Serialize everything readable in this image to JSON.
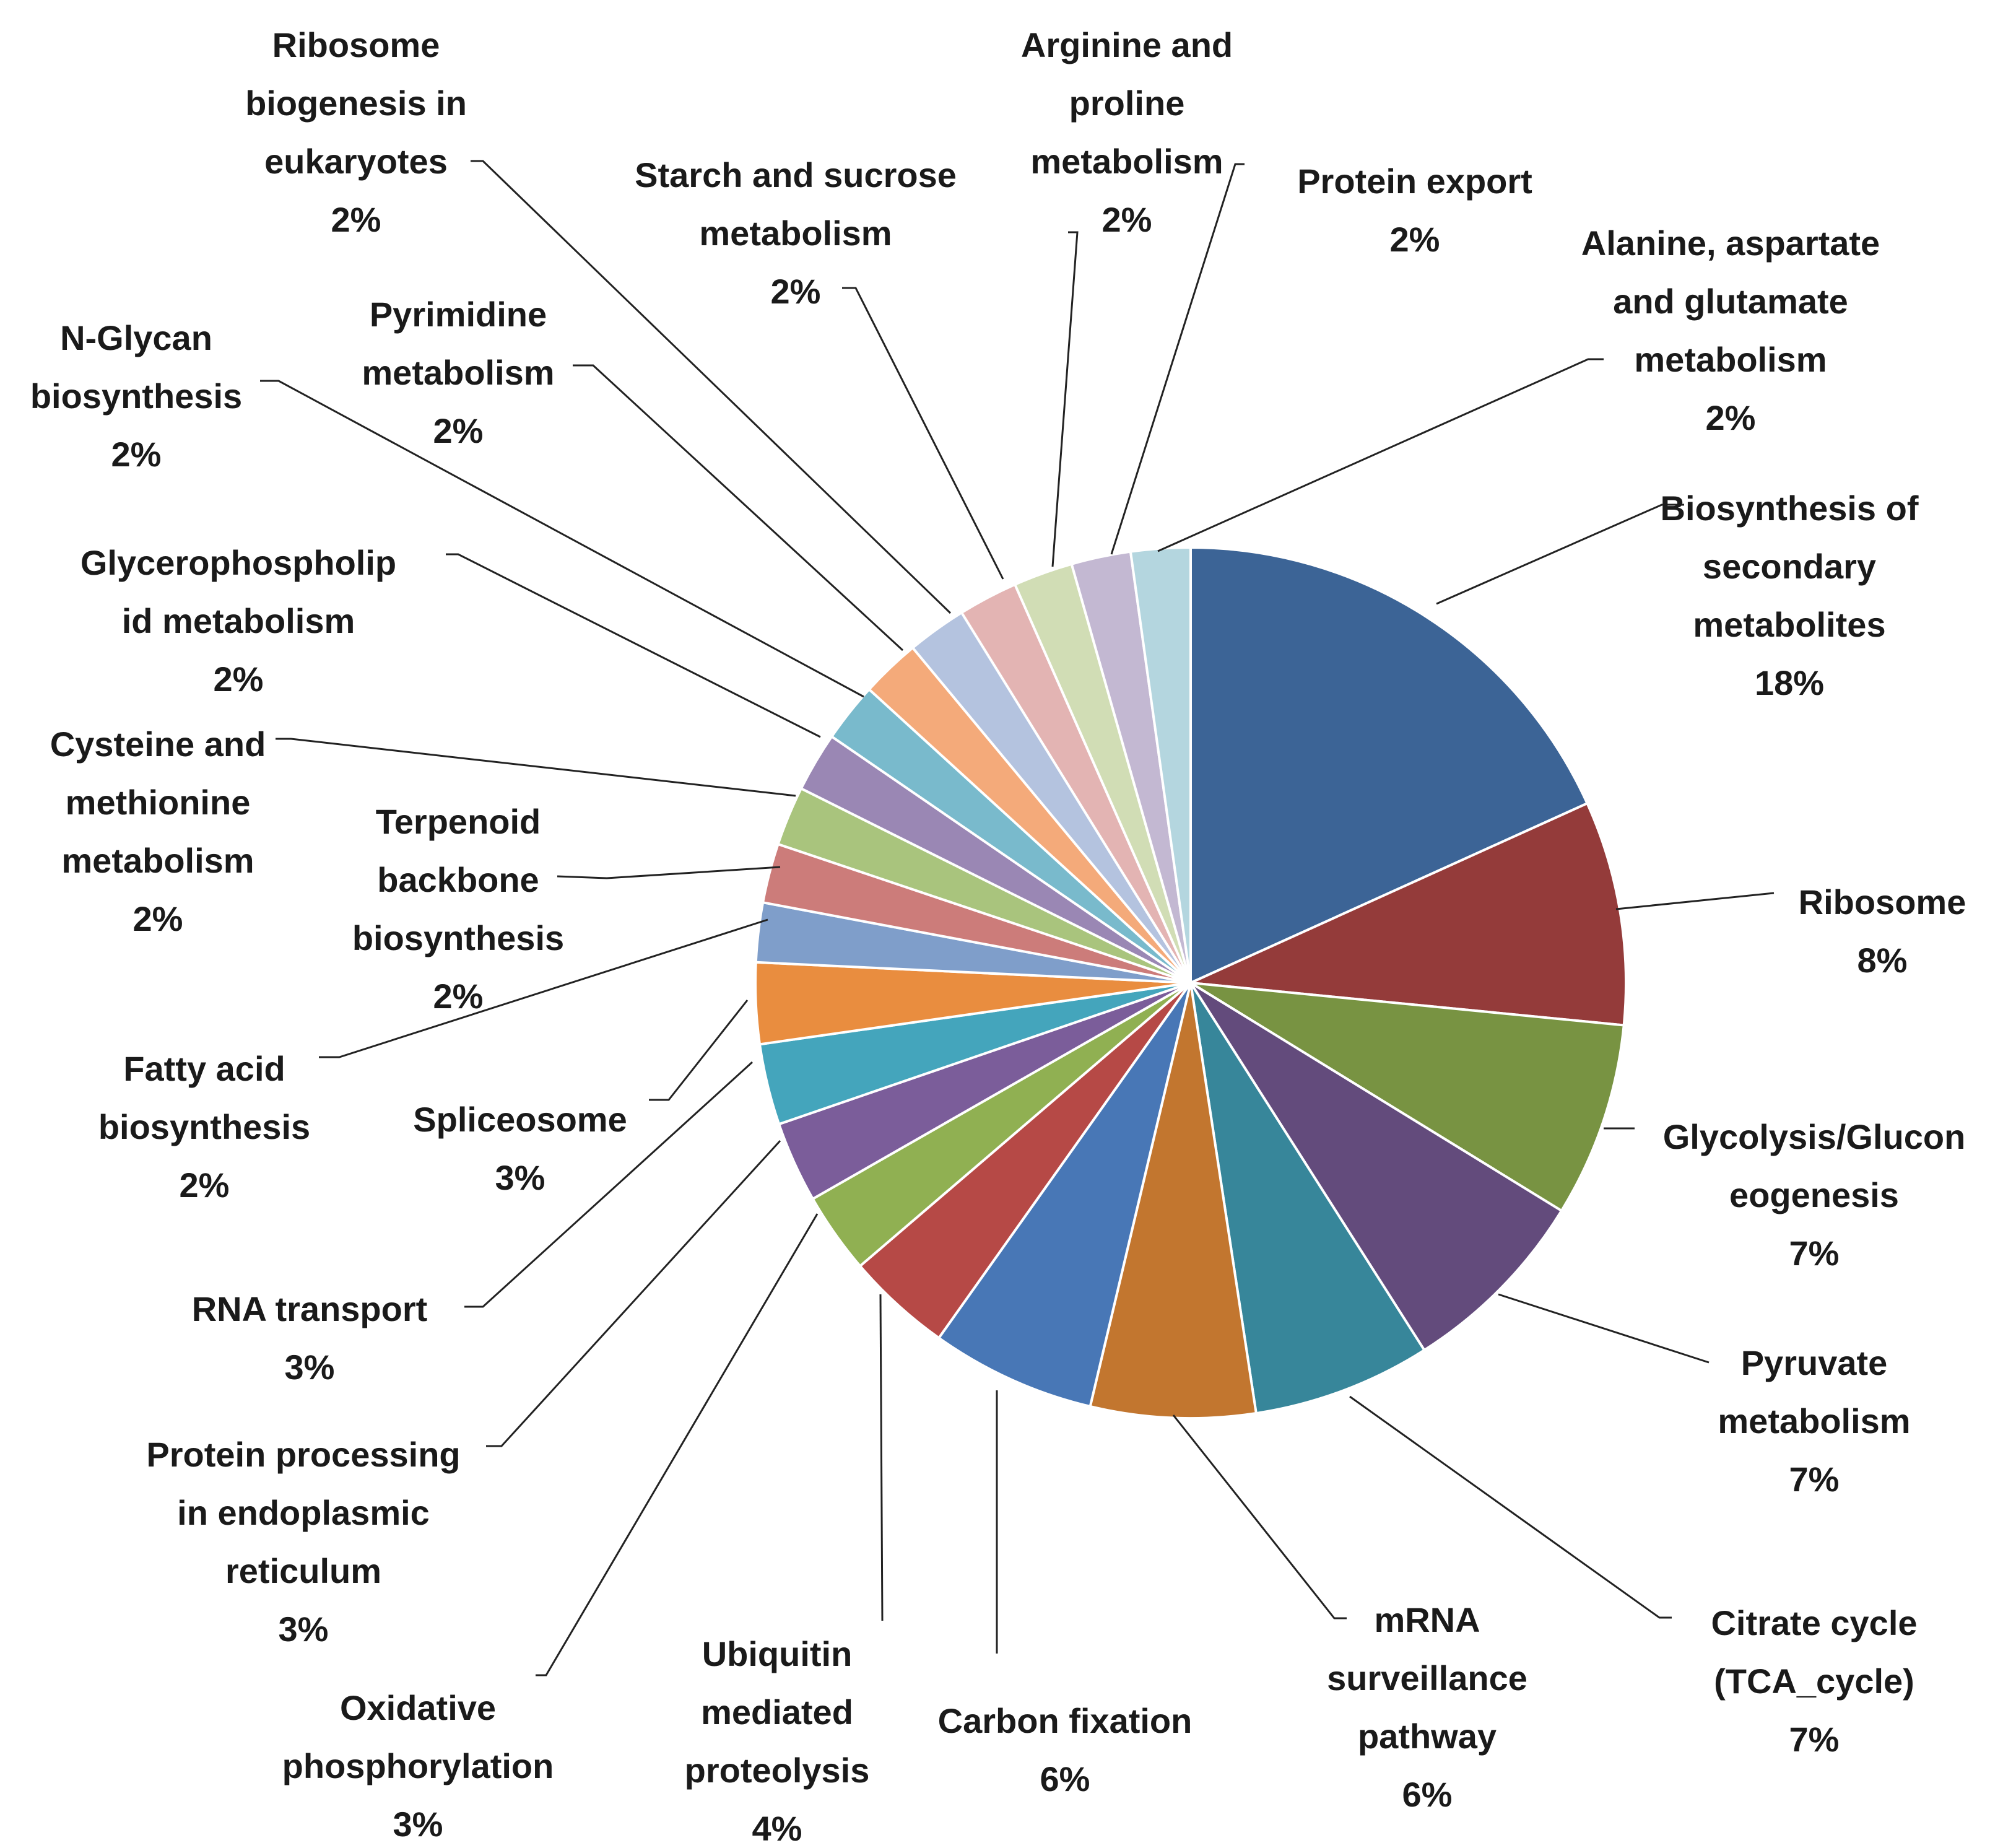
{
  "chart_data": {
    "type": "pie",
    "title": "",
    "slices": [
      {
        "label": "Biosynthesis of secondary metabolites",
        "pct_label": "18%",
        "value": 18.2,
        "color": "#3C6496"
      },
      {
        "label": "Ribosome",
        "pct_label": "8%",
        "value": 8.3,
        "color": "#943B3A"
      },
      {
        "label": "Glycolysis/Gluconeogenesis",
        "pct_label": "7%",
        "value": 7.2,
        "color": "#789342"
      },
      {
        "label": "Pyruvate metabolism",
        "pct_label": "7%",
        "value": 7.2,
        "color": "#634B7C"
      },
      {
        "label": "Citrate cycle (TCA_cycle)",
        "pct_label": "7%",
        "value": 6.6,
        "color": "#37869A"
      },
      {
        "label": "mRNA surveillance pathway",
        "pct_label": "6%",
        "value": 6.1,
        "color": "#C2762F"
      },
      {
        "label": "Carbon fixation",
        "pct_label": "6%",
        "value": 6.1,
        "color": "#4877B6"
      },
      {
        "label": "Ubiquitin mediated proteolysis",
        "pct_label": "4%",
        "value": 3.9,
        "color": "#B64946"
      },
      {
        "label": "Oxidative phosphorylation",
        "pct_label": "3%",
        "value": 3.0,
        "color": "#90B052"
      },
      {
        "label": "Protein processing in endoplasmic reticulum",
        "pct_label": "3%",
        "value": 3.0,
        "color": "#7B5D9A"
      },
      {
        "label": "RNA transport",
        "pct_label": "3%",
        "value": 3.0,
        "color": "#44A5BC"
      },
      {
        "label": "Spliceosome",
        "pct_label": "3%",
        "value": 3.0,
        "color": "#E98D3F"
      },
      {
        "label": "Fatty acid biosynthesis",
        "pct_label": "2%",
        "value": 2.2,
        "color": "#7F9ECA"
      },
      {
        "label": "Terpenoid backbone biosynthesis",
        "pct_label": "2%",
        "value": 2.2,
        "color": "#CC7C7A"
      },
      {
        "label": "Cysteine and methionine metabolism",
        "pct_label": "2%",
        "value": 2.2,
        "color": "#A9C47D"
      },
      {
        "label": "Glycerophospholipid metabolism",
        "pct_label": "2%",
        "value": 2.2,
        "color": "#9A87B4"
      },
      {
        "label": "N-Glycan biosynthesis",
        "pct_label": "2%",
        "value": 2.2,
        "color": "#79BACC"
      },
      {
        "label": "Pyrimidine metabolism",
        "pct_label": "2%",
        "value": 2.2,
        "color": "#F4AA7A"
      },
      {
        "label": "Ribosome biogenesis in eukaryotes",
        "pct_label": "2%",
        "value": 2.2,
        "color": "#B4C3DF"
      },
      {
        "label": "Starch and sucrose metabolism",
        "pct_label": "2%",
        "value": 2.2,
        "color": "#E3B4B3"
      },
      {
        "label": "Arginine and proline metabolism",
        "pct_label": "2%",
        "value": 2.2,
        "color": "#D1DDB5"
      },
      {
        "label": "Protein export",
        "pct_label": "2%",
        "value": 2.2,
        "color": "#C3B8D2"
      },
      {
        "label": "Alanine, aspartate and glutamate metabolism",
        "pct_label": "2%",
        "value": 2.2,
        "color": "#B4D6DF"
      }
    ],
    "labels": [
      {
        "lines": [
          "Biosynthesis of",
          "secondary",
          "metabolites",
          "18%"
        ]
      },
      {
        "lines": [
          "Ribosome",
          "8%"
        ]
      },
      {
        "lines": [
          "Glycolysis/Glucon",
          "eogenesis",
          "7%"
        ]
      },
      {
        "lines": [
          "Pyruvate",
          "metabolism",
          "7%"
        ]
      },
      {
        "lines": [
          "Citrate cycle",
          "(TCA_cycle)",
          "7%"
        ]
      },
      {
        "lines": [
          "mRNA",
          "surveillance",
          "pathway",
          "6%"
        ]
      },
      {
        "lines": [
          "Carbon fixation",
          "6%"
        ]
      },
      {
        "lines": [
          "Ubiquitin",
          "mediated",
          "proteolysis",
          "4%"
        ]
      },
      {
        "lines": [
          "Oxidative",
          "phosphorylation",
          "3%"
        ]
      },
      {
        "lines": [
          "Protein processing",
          "in endoplasmic",
          "reticulum",
          "3%"
        ]
      },
      {
        "lines": [
          "RNA transport",
          "3%"
        ]
      },
      {
        "lines": [
          "Spliceosome",
          "3%"
        ]
      },
      {
        "lines": [
          "Fatty acid",
          "biosynthesis",
          "2%"
        ]
      },
      {
        "lines": [
          "Terpenoid",
          "backbone",
          "biosynthesis",
          "2%"
        ]
      },
      {
        "lines": [
          "Cysteine and",
          "methionine",
          "metabolism",
          "2%"
        ]
      },
      {
        "lines": [
          "Glycerophospholip",
          "id metabolism",
          "2%"
        ]
      },
      {
        "lines": [
          "N-Glycan",
          "biosynthesis",
          "2%"
        ]
      },
      {
        "lines": [
          "Pyrimidine",
          "metabolism",
          "2%"
        ]
      },
      {
        "lines": [
          "Ribosome",
          "biogenesis in",
          "eukaryotes",
          "2%"
        ]
      },
      {
        "lines": [
          "Starch and sucrose",
          "metabolism",
          "2%"
        ]
      },
      {
        "lines": [
          "Arginine and",
          "proline",
          "metabolism",
          "2%"
        ]
      },
      {
        "lines": [
          "Protein export",
          "2%"
        ]
      },
      {
        "lines": [
          "Alanine, aspartate",
          "and glutamate",
          "metabolism",
          "2%"
        ]
      }
    ]
  }
}
